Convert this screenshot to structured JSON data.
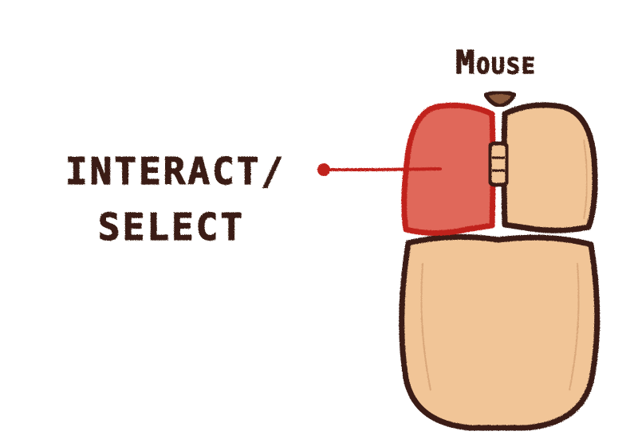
{
  "diagram": {
    "title": "Mouse",
    "callout": {
      "line1": "INTERACT/",
      "line2": "SELECT"
    }
  },
  "colors": {
    "outline": "#3a1c12",
    "body_fill": "#f1c597",
    "highlight_fill": "#e0685a",
    "highlight_outline": "#c0241a",
    "callout_line": "#c0241a",
    "background": "#ffffff"
  },
  "icons": {
    "device": "computer-mouse-icon",
    "scroll": "scroll-wheel-icon"
  }
}
